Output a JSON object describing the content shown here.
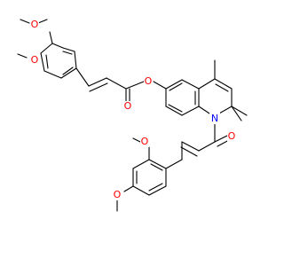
{
  "molecule": {
    "atoms": [
      {
        "id": "O_meo1_a",
        "element": "O",
        "label": "O",
        "color": "#ff0000"
      },
      {
        "id": "O_meo1_b",
        "element": "O",
        "label": "O",
        "color": "#ff0000"
      },
      {
        "id": "O_ester_link",
        "element": "O",
        "label": "O",
        "color": "#ff0000"
      },
      {
        "id": "O_ester_co",
        "element": "O",
        "label": "O",
        "color": "#ff0000"
      },
      {
        "id": "N_ring",
        "element": "N",
        "label": "N",
        "color": "#0000ff"
      },
      {
        "id": "O_amide_co",
        "element": "O",
        "label": "O",
        "color": "#ff0000"
      },
      {
        "id": "O_meo2_a",
        "element": "O",
        "label": "O",
        "color": "#ff0000"
      },
      {
        "id": "O_meo2_b",
        "element": "O",
        "label": "O",
        "color": "#ff0000"
      }
    ],
    "colors": {
      "bond": "#000000",
      "oxygen": "#ff0000",
      "nitrogen": "#0000ff",
      "background": "#ffffff"
    }
  }
}
